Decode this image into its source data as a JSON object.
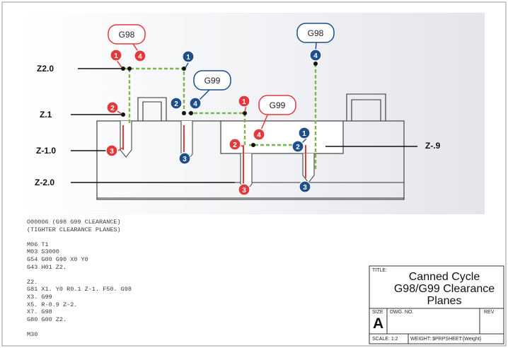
{
  "diagram": {
    "z_levels": [
      {
        "label": "Z2.0"
      },
      {
        "label": "Z.1"
      },
      {
        "label": "Z-1.0"
      },
      {
        "label": "Z-2.0"
      },
      {
        "label": "Z-.9"
      }
    ],
    "callouts": [
      {
        "label": "G98"
      },
      {
        "label": "G99"
      },
      {
        "label": "G99"
      },
      {
        "label": "G98"
      }
    ],
    "markers": {
      "hole1": [
        "1",
        "2",
        "3",
        "4"
      ],
      "hole2": [
        "1",
        "2",
        "3",
        "4"
      ],
      "hole3": [
        "1",
        "2",
        "3",
        "4"
      ],
      "hole4": [
        "1",
        "2",
        "3",
        "4"
      ]
    },
    "colors": {
      "marker_red": "#e23b3b",
      "marker_blue": "#1e4f8c",
      "toolpath_green": "#7ab648",
      "outline": "#333333"
    }
  },
  "program": {
    "lines": [
      "O00006 (G98 G99 CLEARANCE)",
      "(TIGHTER CLEARANCE PLANES)",
      "",
      "M06 T1",
      "M03 S3000",
      "G54 G00 G90 X0 Y0",
      "G43 H01 Z2.",
      "",
      "Z2.",
      "G81 X1. Y0 R0.1 Z-1. F50. G98",
      "X3. G99",
      "X5. R-0.9 Z-2.",
      "X7. G98",
      "G80 G00 Z2.",
      "",
      "M30"
    ]
  },
  "title_block": {
    "title_tag": "TITLE:",
    "title": "Canned Cycle G98/G99 Clearance Planes",
    "size_tag": "SIZE",
    "size": "A",
    "dwg_no_tag": "DWG.  NO.",
    "rev_tag": "REV",
    "scale": "SCALE: 1:2",
    "weight": "WEIGHT: $PRPSHEET:{Weight}"
  }
}
